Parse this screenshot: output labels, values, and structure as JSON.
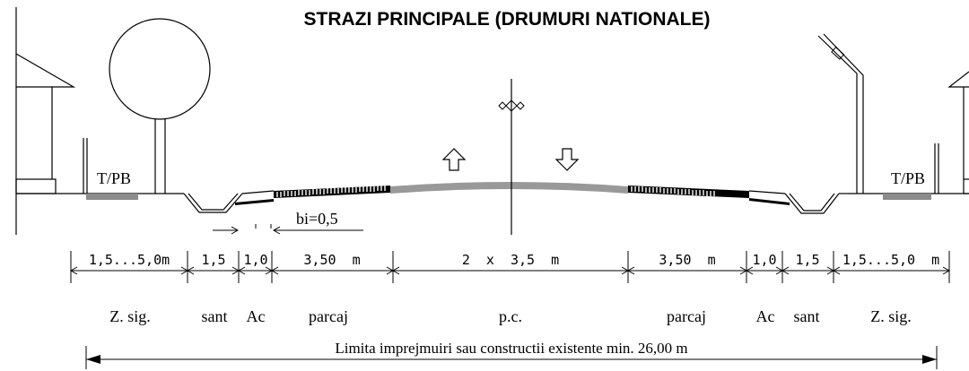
{
  "title": "STRAZI PRINCIPALE (DRUMURI NATIONALE)",
  "sidewalk_labels": {
    "left": "T/PB",
    "right": "T/PB"
  },
  "bi_label": "bi=0,5",
  "dimensions": [
    "1,5...5,0m",
    "1,5",
    "1,0",
    "3,50  m",
    "2  x  3,5  m",
    "3,50  m",
    "1,0",
    "1,5",
    "1,5...5,0  m"
  ],
  "zone_labels": [
    "Z. sig.",
    "sant",
    "Ac",
    "parcaj",
    "p.c.",
    "parcaj",
    "Ac",
    "sant",
    "Z. sig."
  ],
  "total_label": "Limita imprejmuiri sau constructii existente min. 26,00 m",
  "colors": {
    "line": "#000000",
    "asphalt": "#999999",
    "sidewalk": "#8c8c8c"
  },
  "icons": [
    "tree-icon",
    "street-lamp-icon",
    "house-icon",
    "direction-arrow-up-icon",
    "direction-arrow-down-icon",
    "axis-marker-icon"
  ]
}
